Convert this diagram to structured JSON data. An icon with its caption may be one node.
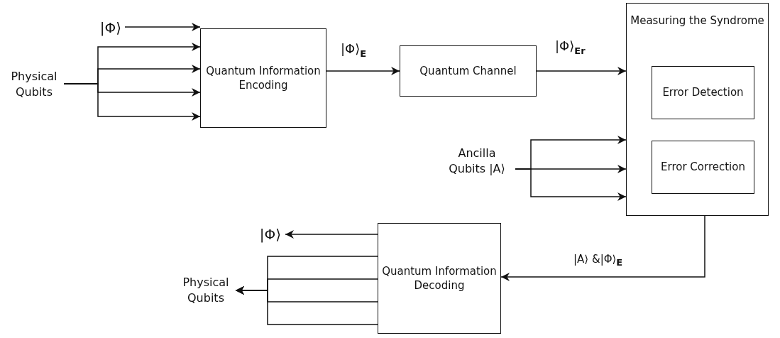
{
  "diagram": {
    "nodes": [
      {
        "text": [
          "|Φ⟩"
        ]
      },
      {
        "text": [
          "Physical Qubits"
        ]
      },
      {
        "text": [
          "Quantum Information Encoding"
        ]
      },
      {
        "text": [
          "Quantum Channel"
        ]
      },
      {
        "text": [
          "Measuring the Syndrome"
        ]
      },
      {
        "text": [
          "Error Detection"
        ],
        "in": 4
      },
      {
        "text": [
          "Error Correction"
        ],
        "in": 4
      },
      {
        "text": [
          "Ancilla Qubits |A⟩"
        ]
      },
      {
        "text": [
          "|Φ⟩"
        ]
      },
      {
        "text": [
          "Quantum Information Decoding"
        ]
      },
      {
        "text": [
          "Physical Qubits"
        ]
      }
    ],
    "edges": [
      {
        "from": 0,
        "to": 2,
        "arrow": "to"
      },
      {
        "from": 1,
        "to": 2,
        "arrow": "to"
      },
      {
        "from": 1,
        "to": 2,
        "arrow": "to"
      },
      {
        "from": 1,
        "to": 2,
        "arrow": "to"
      },
      {
        "from": 1,
        "to": 2,
        "arrow": "to"
      },
      {
        "from": 2,
        "to": 3,
        "arrow": "to",
        "label": "|Φ⟩$_{E}$"
      },
      {
        "from": 3,
        "to": 4,
        "arrow": "to",
        "label": "|Φ⟩$_{Er}$"
      },
      {
        "from": 7,
        "to": 4,
        "arrow": "to"
      },
      {
        "from": 7,
        "to": 4,
        "arrow": "to"
      },
      {
        "from": 7,
        "to": 4,
        "arrow": "to"
      },
      {
        "from": 4,
        "to": 9,
        "arrow": "to",
        "label": "|A⟩ &|Φ⟩$_{E}$"
      },
      {
        "from": 9,
        "to": 8,
        "arrow": "to"
      },
      {
        "from": 9,
        "to": 10,
        "arrow": "to"
      },
      {
        "from": 9,
        "to": 10,
        "arrow": "to"
      },
      {
        "from": 9,
        "to": 10,
        "arrow": "to"
      },
      {
        "from": 9,
        "to": 10,
        "arrow": "to"
      }
    ]
  }
}
